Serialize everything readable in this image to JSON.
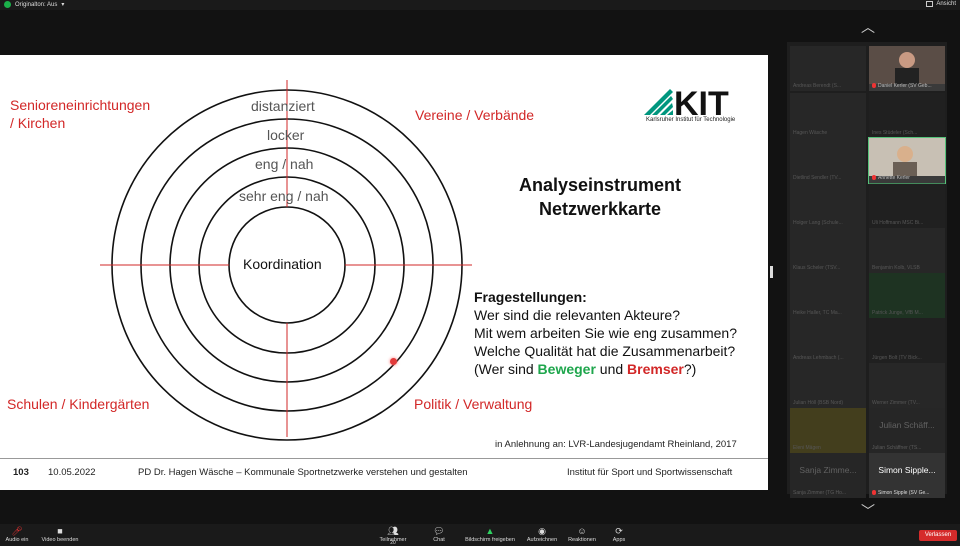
{
  "topbar": {
    "original_sound": "Originalton: Aus",
    "view": "Ansicht"
  },
  "slide": {
    "corner_top_left": [
      "Senioreneinrichtungen",
      "/ Kirchen"
    ],
    "corner_top_right": "Vereine / Verbände",
    "corner_bottom_left": "Schulen / Kindergärten",
    "corner_bottom_right": "Politik / Verwaltung",
    "rings": [
      "distanziert",
      "locker",
      "eng / nah",
      "sehr eng / nah"
    ],
    "center": "Koordination",
    "logo_text": "KIT",
    "logo_sub": "Karlsruher Institut für Technologie",
    "title_line1": "Analyseinstrument",
    "title_line2": "Netzwerkkarte",
    "questions_heading": "Fragestellungen:",
    "q1": "Wer sind die relevanten Akteure?",
    "q2": "Mit wem arbeiten Sie wie eng zusammen?",
    "q3": "Welche Qualität hat die Zusammenarbeit?",
    "q4_pre": "(Wer sind ",
    "q4_green": "Beweger",
    "q4_mid": " und ",
    "q4_red": "Bremser",
    "q4_post": "?)",
    "source": "in Anlehnung an: LVR-Landesjugendamt Rheinland, 2017",
    "footer_page": "103",
    "footer_date": "10.05.2022",
    "footer_author": "PD Dr. Hagen Wäsche – Kommunale Sportnetzwerke verstehen und gestalten",
    "footer_institute": "Institut für Sport und Sportwissenschaft"
  },
  "participants": [
    {
      "name": "Andreas Berendt (S..."
    },
    {
      "name": "Daniel Kerler (SV Geb..."
    },
    {
      "name": "Hagen Wäsche"
    },
    {
      "name": "Ines Stüdeler (Sch..."
    },
    {
      "name": "Dietlind Sendler (TV..."
    },
    {
      "name": "Annette Kerler"
    },
    {
      "name": "Holger Lang (Schule..."
    },
    {
      "name": "Uli Hoffmann MSC Bi..."
    },
    {
      "name": "Klaus Scheler (TSV..."
    },
    {
      "name": "Benjamin Kolb, VLSB"
    },
    {
      "name": "Heike Haller, TC Ma..."
    },
    {
      "name": "Patrick Junge, VfB M..."
    },
    {
      "name": "Andreas Lehmbach (..."
    },
    {
      "name": "Jürgen Bolt (TV Bick..."
    },
    {
      "name": "Julian Höll (BSB Nord)"
    },
    {
      "name": "Werner Zimmer (TV..."
    },
    {
      "name": "Eleni Mägen"
    },
    {
      "name": "Julian Schäffner (TS..."
    },
    {
      "name": "Sanja Zimmer (TG Ho..."
    },
    {
      "name": "Simon Sipple (SV Ge..."
    }
  ],
  "participant_bignames": {
    "julian": "Julian Schäff...",
    "sanja": "Sanja Zimme...",
    "simon": "Simon Sipple..."
  },
  "toolbar": {
    "audio": "Audio ein",
    "video": "Video beenden",
    "participants": "Teilnehmer",
    "participants_count": "20",
    "chat": "Chat",
    "share": "Bildschirm freigeben",
    "record": "Aufzeichnen",
    "reactions": "Reaktionen",
    "apps": "Apps",
    "leave": "Verlassen"
  }
}
